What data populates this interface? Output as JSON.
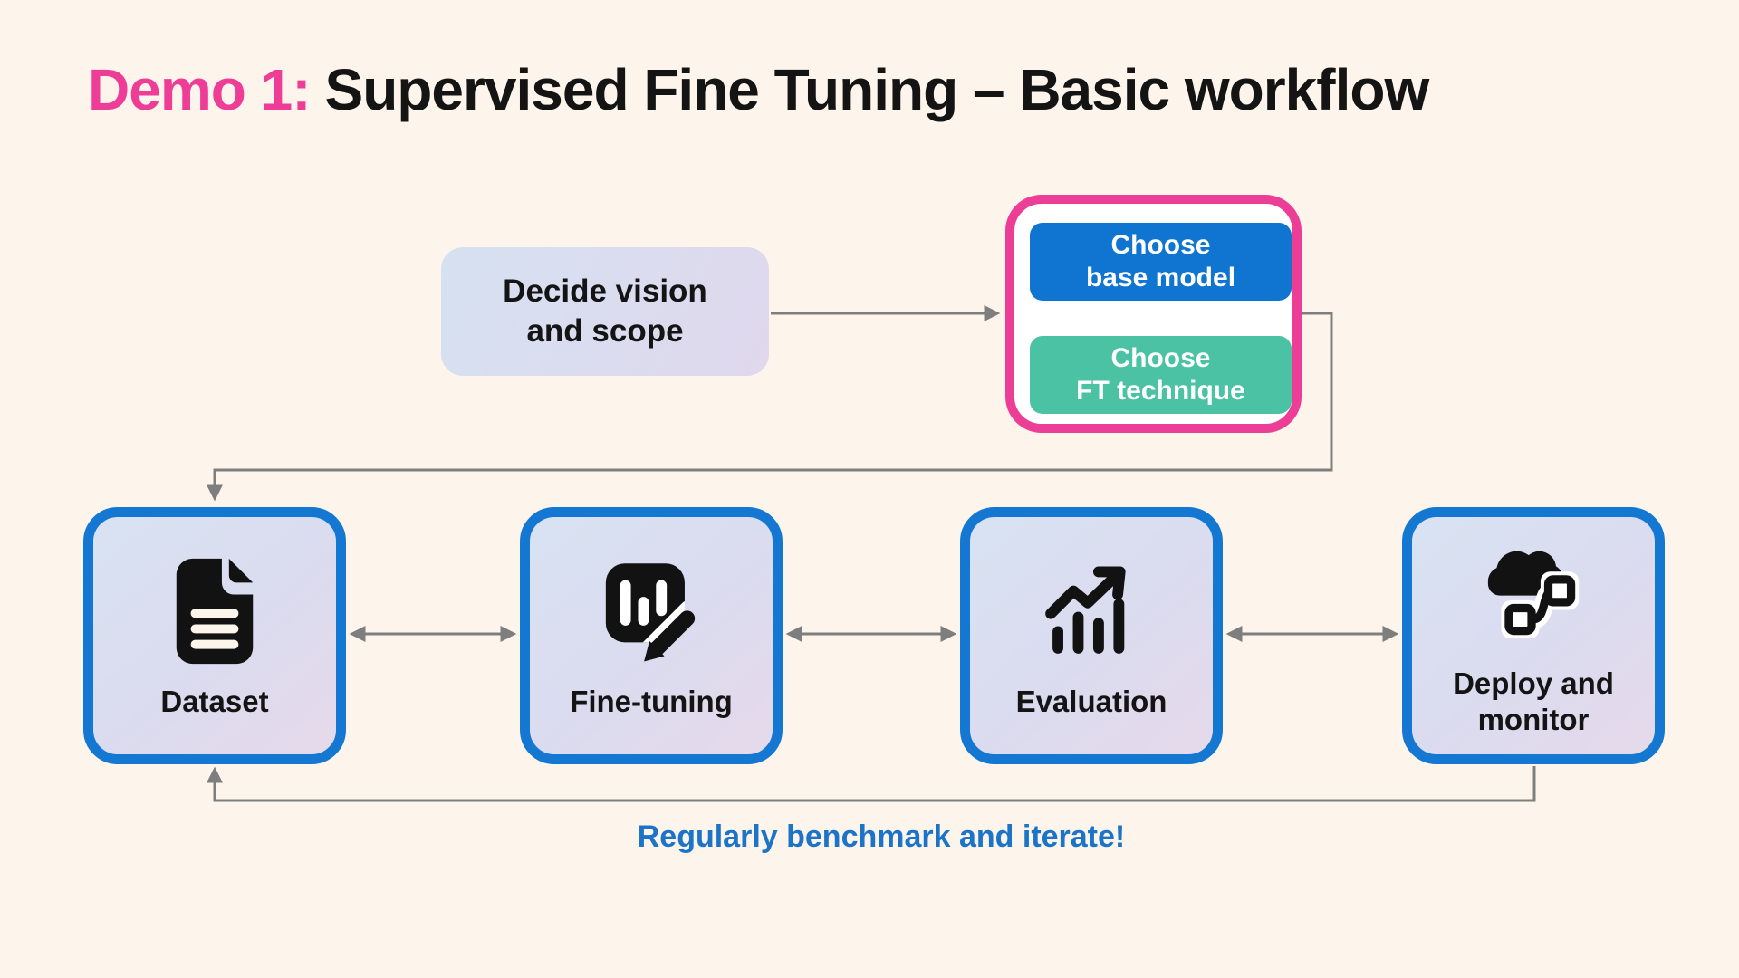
{
  "title": {
    "prefix": "Demo 1:",
    "main": "Supervised Fine Tuning – Basic workflow"
  },
  "decide_box": {
    "label": "Decide vision\nand scope"
  },
  "choose_panel": {
    "base_model_label": "Choose\nbase model",
    "ft_technique_label": "Choose\nFT technique"
  },
  "steps": [
    {
      "label": "Dataset",
      "icon": "document-icon"
    },
    {
      "label": "Fine-tuning",
      "icon": "bar-chart-edit-icon"
    },
    {
      "label": "Evaluation",
      "icon": "trend-chart-icon"
    },
    {
      "label": "Deploy and\nmonitor",
      "icon": "cloud-deploy-icon"
    }
  ],
  "caption": "Regularly benchmark and iterate!",
  "colors": {
    "background": "#FDF5EB",
    "accent_pink": "#EE3D96",
    "button_blue": "#0F75D0",
    "button_teal": "#4CC2A5",
    "step_border_blue": "#1478D2",
    "connector_gray": "#7E7E7E",
    "caption_blue": "#1B74C7",
    "title_text": "#141414"
  }
}
